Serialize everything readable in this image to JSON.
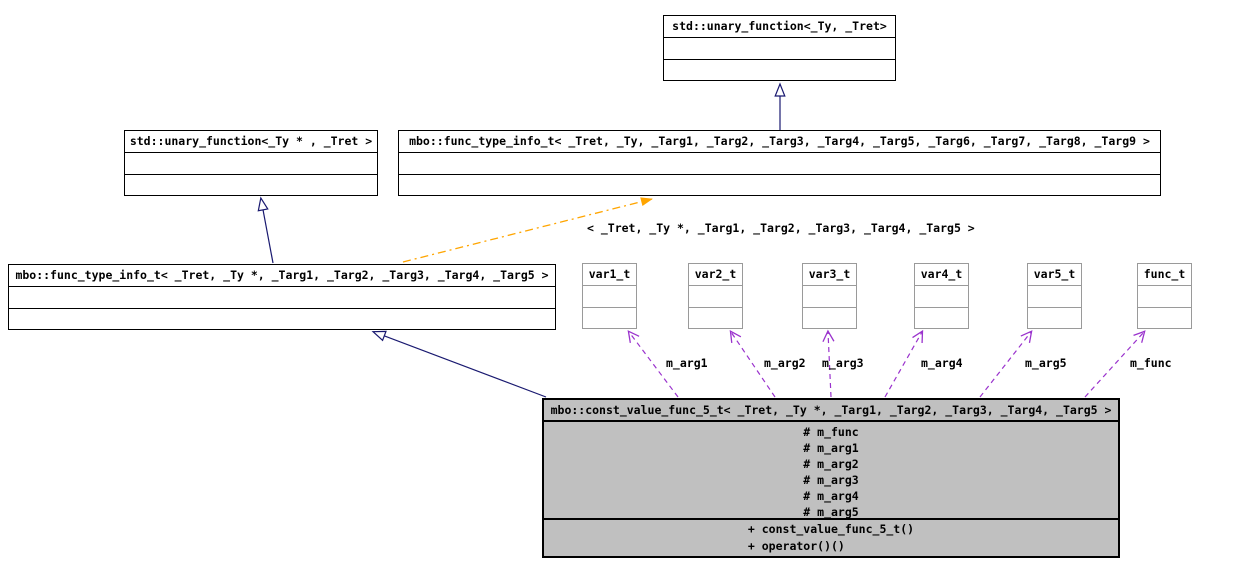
{
  "classes": {
    "std_unary_function": {
      "title": "std::unary_function<_Ty, _Tret>"
    },
    "std_unary_function_ptr": {
      "title": "std::unary_function<_Ty * , _Tret >"
    },
    "func_type_info_general": {
      "title": "mbo::func_type_info_t< _Tret, _Ty, _Targ1, _Targ2, _Targ3, _Targ4, _Targ5, _Targ6, _Targ7, _Targ8, _Targ9 >"
    },
    "func_type_info_spec": {
      "title": "mbo::func_type_info_t< _Tret, _Ty *, _Targ1, _Targ2, _Targ3, _Targ4, _Targ5 >"
    },
    "var1": {
      "title": "var1_t"
    },
    "var2": {
      "title": "var2_t"
    },
    "var3": {
      "title": "var3_t"
    },
    "var4": {
      "title": "var4_t"
    },
    "var5": {
      "title": "var5_t"
    },
    "func": {
      "title": "func_t"
    },
    "const_value_func_5": {
      "title": "mbo::const_value_func_5_t< _Tret, _Ty *, _Targ1, _Targ2, _Targ3, _Targ4, _Targ5 >",
      "attributes": [
        "# m_func",
        "# m_arg1",
        "# m_arg2",
        "# m_arg3",
        "# m_arg4",
        "# m_arg5"
      ],
      "methods": [
        "+ const_value_func_5_t()",
        "+ operator()()"
      ]
    }
  },
  "edges": {
    "template_instance_label": "< _Tret, _Ty *, _Targ1, _Targ2, _Targ3, _Targ4, _Targ5 >",
    "usage_labels": [
      "m_arg1",
      "m_arg2",
      "m_arg3",
      "m_arg4",
      "m_arg5",
      "m_func"
    ]
  },
  "colors": {
    "inheritance_edge": "#191970",
    "usage_edge": "#9a32cd",
    "template_edge": "#ffa500",
    "selected_class_fill": "#c0c0c0",
    "class_fill": "#ffffff",
    "class_border": "#000000",
    "referenced_class_border": "#9a9a9a"
  }
}
